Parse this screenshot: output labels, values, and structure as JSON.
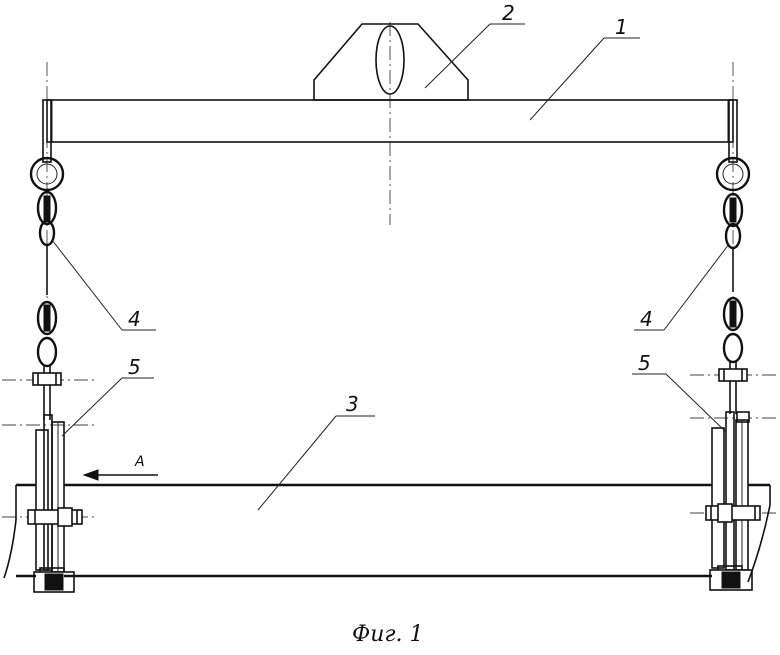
{
  "callouts": {
    "beam": "1",
    "lug": "2",
    "pipe": "3",
    "chain_left": "4",
    "chain_right": "4",
    "clamp_left": "5",
    "clamp_right": "5"
  },
  "view_arrow": "A",
  "caption": "Фиг. 1"
}
